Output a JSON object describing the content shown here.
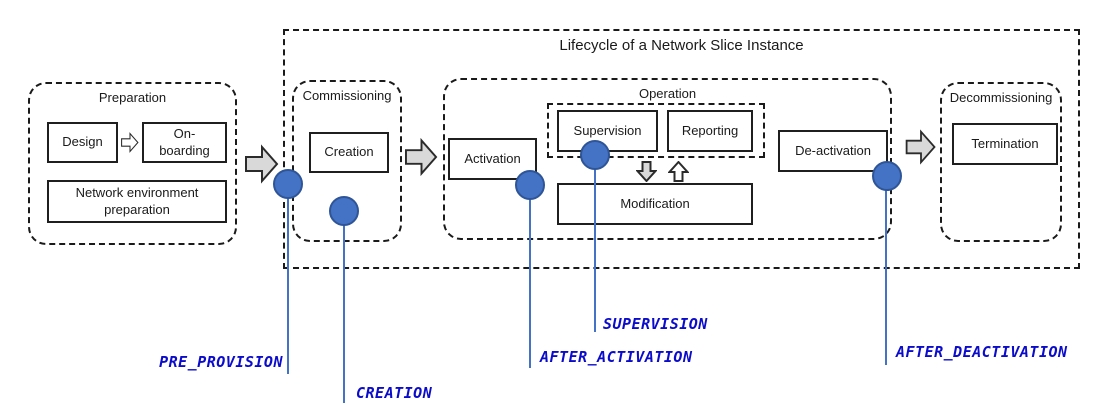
{
  "title": "Lifecycle of a Network Slice Instance",
  "preparation": {
    "label": "Preparation",
    "design_label": "Design",
    "onboarding_label": "On-\nboarding",
    "network_env_label": "Network environment preparation"
  },
  "commissioning": {
    "label": "Commissioning",
    "creation_label": "Creation"
  },
  "operation": {
    "label": "Operation",
    "activation_label": "Activation",
    "supervision_label": "Supervision",
    "reporting_label": "Reporting",
    "modification_label": "Modification",
    "deactivation_label": "De-activation"
  },
  "decommissioning": {
    "label": "Decommissioning",
    "termination_label": "Termination"
  },
  "events": {
    "pre_provision": "PRE_PROVISION",
    "creation": "CREATION",
    "after_activation": "AFTER_ACTIVATION",
    "supervision": "SUPERVISION",
    "after_deactivation": "AFTER_DEACTIVATION"
  },
  "colors": {
    "event_marker_fill": "#4472C4",
    "event_marker_border": "#2E5597",
    "event_label_color": "#0B0BCB",
    "arrow_fill": "#D9D9D9"
  }
}
